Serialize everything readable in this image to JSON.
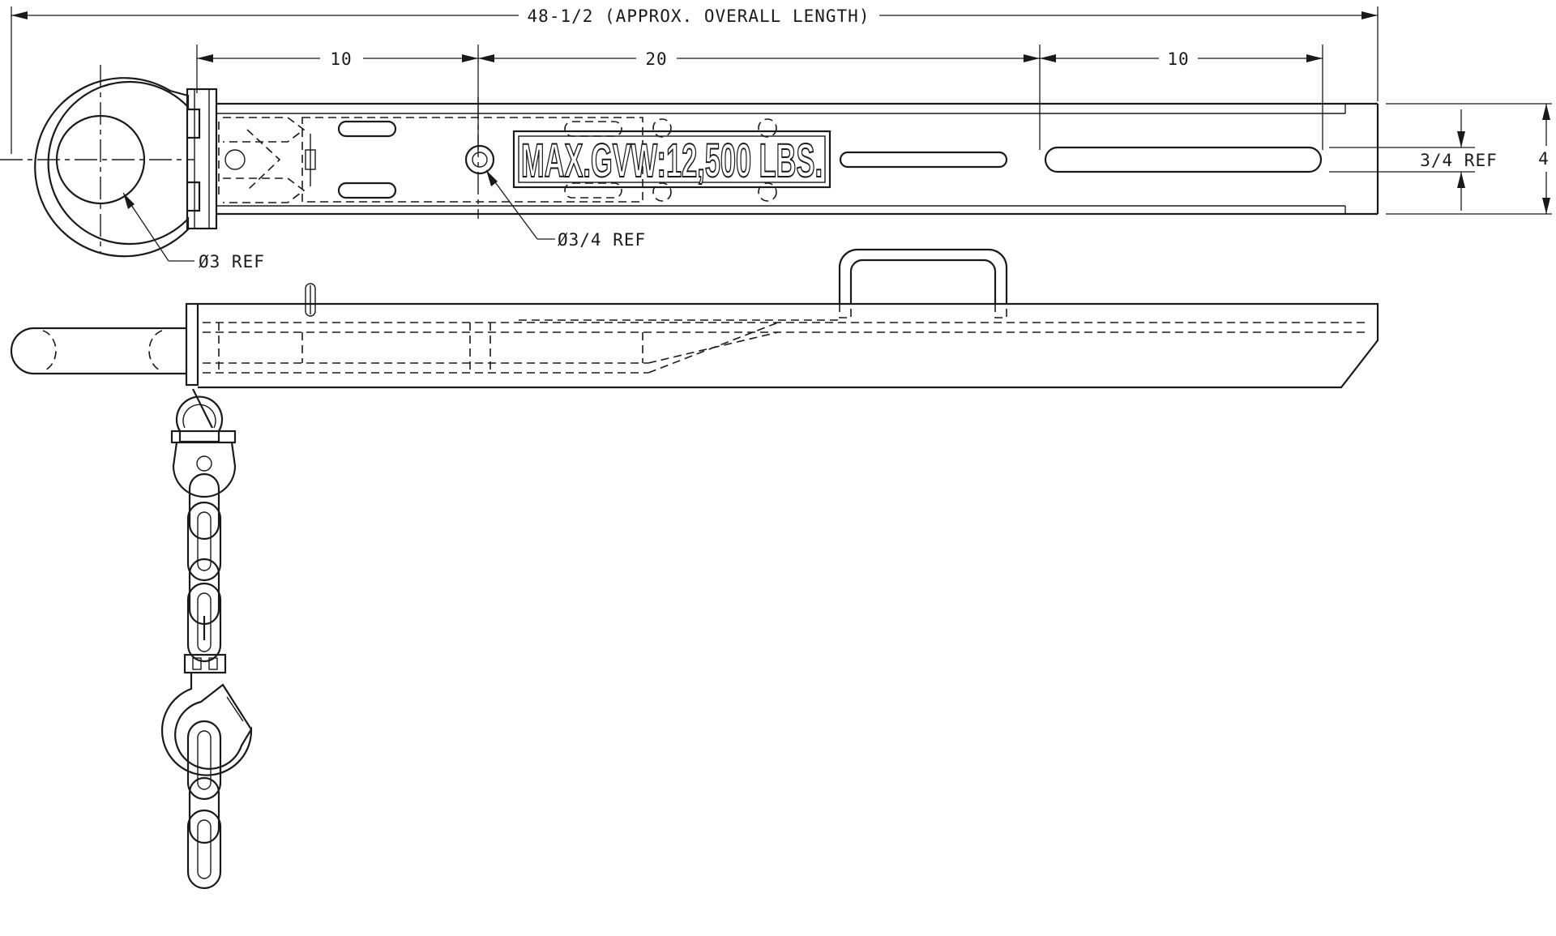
{
  "dimensions": {
    "overall_length": "48-1/2 (APPROX. OVERALL LENGTH)",
    "segment_left": "10",
    "segment_middle": "20",
    "segment_right": "10",
    "height": "4",
    "slot_width": "3/4 REF",
    "eye_diameter": "Ø3 REF",
    "pin_hole_diameter": "Ø3/4 REF"
  },
  "plate_label": "MAX.GVW:12,500 LBS."
}
